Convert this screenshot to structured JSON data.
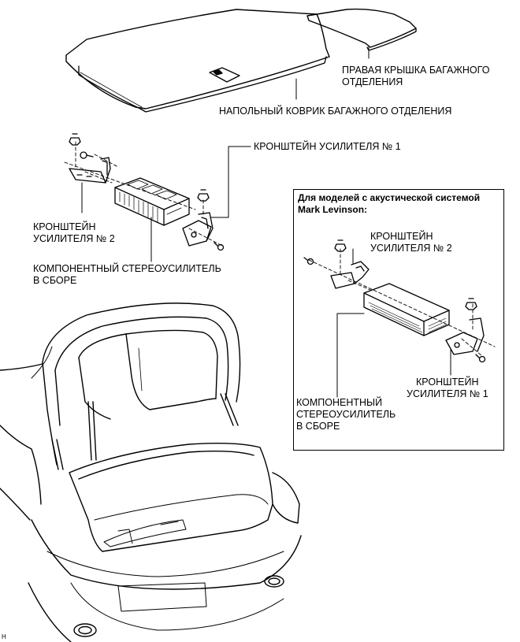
{
  "labels": {
    "right_trunk_cover": [
      "ПРАВАЯ КРЫШКА БАГАЖНОГО",
      "ОТДЕЛЕНИЯ"
    ],
    "trunk_floor_mat": "НАПОЛЬНЫЙ КОВРИК БАГАЖНОГО ОТДЕЛЕНИЯ",
    "bracket_1_main": "КРОНШТЕЙН УСИЛИТЕЛЯ № 1",
    "bracket_2_main": [
      "КРОНШТЕЙН",
      "УСИЛИТЕЛЯ № 2"
    ],
    "amplifier_main": [
      "КОМПОНЕНТНЫЙ СТЕРЕОУСИЛИТЕЛЬ",
      "В СБОРЕ"
    ]
  },
  "inset": {
    "title": [
      "Для моделей с акустической системой",
      "Mark Levinson:"
    ],
    "bracket_2": [
      "КРОНШТЕЙН",
      "УСИЛИТЕЛЯ № 2"
    ],
    "bracket_1": [
      "КРОНШТЕЙН",
      "УСИЛИТЕЛЯ № 1"
    ],
    "amplifier": [
      "КОМПОНЕНТНЫЙ",
      "СТЕРЕОУСИЛИТЕЛЬ",
      "В СБОРЕ"
    ]
  },
  "figure_code": "H"
}
